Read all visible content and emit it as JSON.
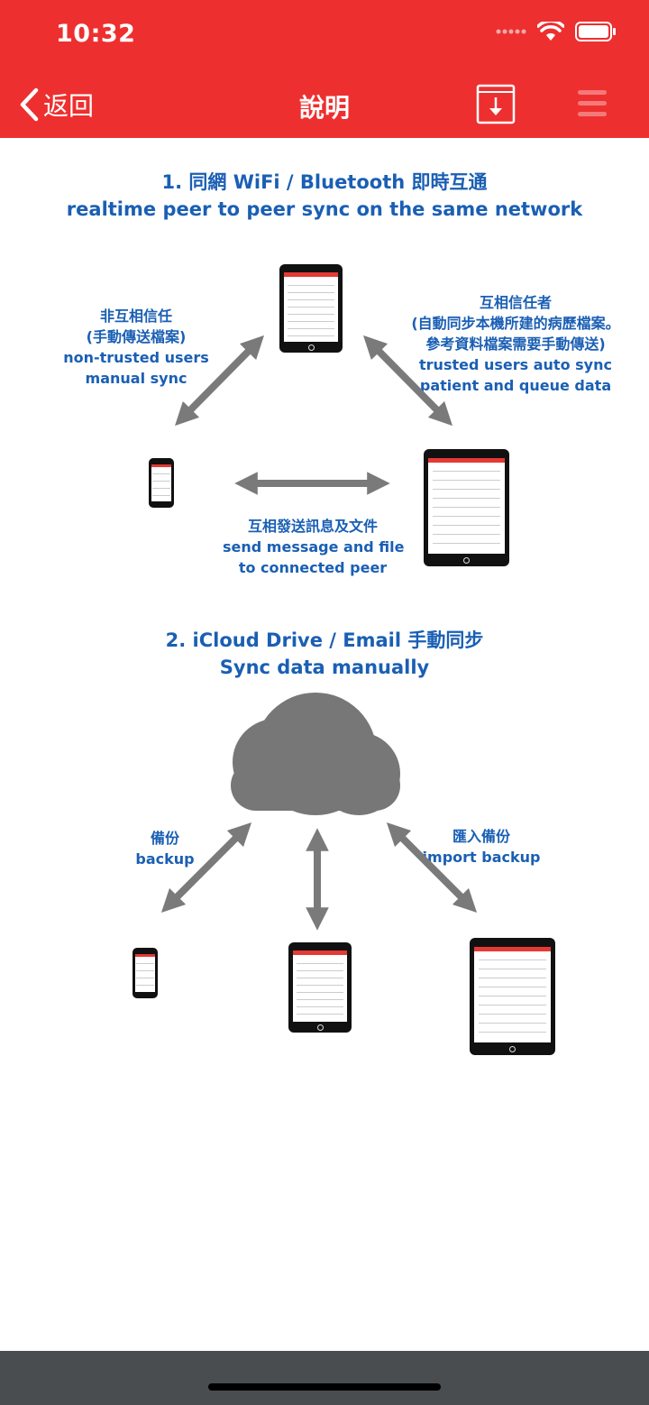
{
  "status_bar": {
    "time": "10:32"
  },
  "nav": {
    "back_label": "返回",
    "title": "說明"
  },
  "section1": {
    "title_zh": "1. 同網 WiFi / Bluetooth 即時互通",
    "title_en": "realtime peer to peer sync on the same network",
    "left_note": [
      "非互相信任",
      "(手動傳送檔案)",
      "non-trusted users",
      "manual sync"
    ],
    "right_note": [
      "互相信任者",
      "(自動同步本機所建的病歷檔案。",
      "參考資料檔案需要手動傳送)",
      "trusted users auto sync",
      "patient and queue data"
    ],
    "center_note": [
      "互相發送訊息及文件",
      "send message and file",
      "to connected peer"
    ]
  },
  "section2": {
    "title_zh": "2. iCloud Drive / Email 手動同步",
    "title_en": "Sync data manually",
    "backup_note": [
      "備份",
      "backup"
    ],
    "import_note": [
      "匯入備份",
      "import backup"
    ]
  },
  "colors": {
    "header": "#ee2f2f",
    "text_blue": "#1a5fb4",
    "arrow_gray": "#7a7a7a",
    "cloud_gray": "#777777",
    "bottom_bar": "#4a4d50"
  },
  "icons": [
    "chevron-left-icon",
    "download-icon",
    "menu-icon",
    "wifi-icon",
    "battery-icon",
    "cloud-icon"
  ]
}
